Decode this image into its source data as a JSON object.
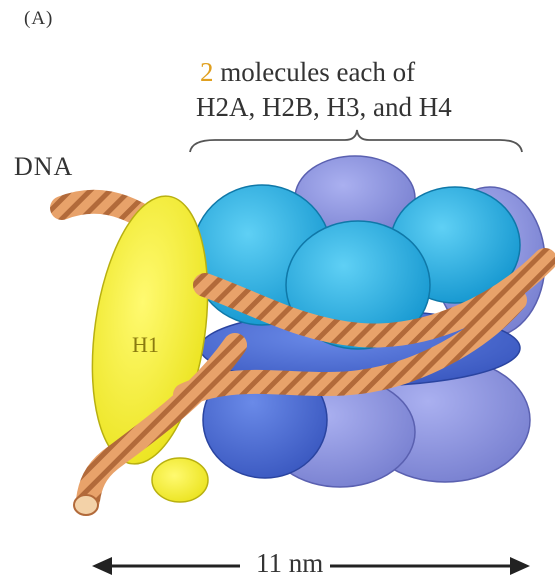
{
  "panel_label": "(A)",
  "caption": {
    "number": "2",
    "line1_rest": " molecules each of",
    "line2": "H2A, H2B, H3, and H4"
  },
  "dna_label": "DNA",
  "h1_label": "H1",
  "scale_label": "11 nm",
  "colors": {
    "histone_cyan": "#1aa6dd",
    "histone_blue": "#4f6fd0",
    "histone_purple": "#8a8fdc",
    "h1_yellow": "#f4ee20",
    "dna_tan": "#e8a26a",
    "dna_dark": "#b26a3a",
    "text": "#333333",
    "number_accent": "#e0a020"
  }
}
